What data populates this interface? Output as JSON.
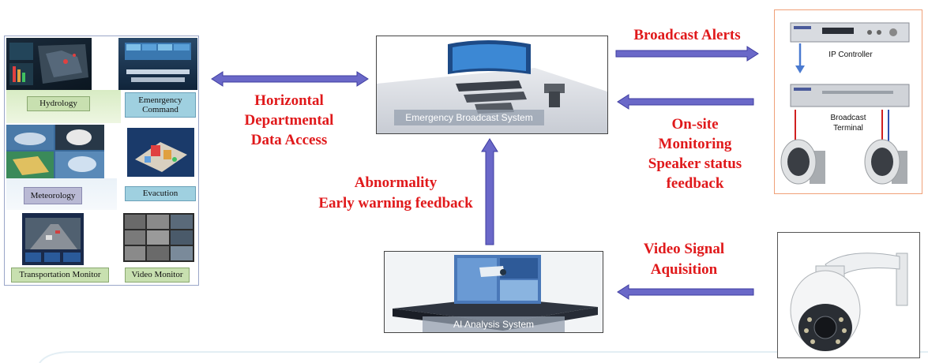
{
  "left_panel": {
    "tiles": {
      "hydrology": "Hydrology",
      "emergency_command": "Emenrgency Command",
      "meteorology": "Meteorology",
      "evacuation": "Evacution",
      "transportation_monitor": "Transportation Monitor",
      "video_monitor": "Video Monitor"
    }
  },
  "systems": {
    "emergency_broadcast": "Emergency Broadcast System",
    "ai_analysis": "AI Analysis System"
  },
  "flows": {
    "horizontal_access": [
      "Horizontal",
      "Departmental",
      "Data Access"
    ],
    "broadcast_alerts": "Broadcast Alerts",
    "onsite_monitoring": [
      "On-site",
      "Monitoring",
      "Speaker status",
      "feedback"
    ],
    "abnormality": [
      "Abnormality",
      "Early warning feedback"
    ],
    "video_signal": [
      "Video Signal",
      "Aquisition"
    ]
  },
  "devices": {
    "ip_controller": "IP Controller",
    "broadcast_terminal": [
      "Broadcast",
      "Terminal"
    ]
  },
  "colors": {
    "arrow_fill": "#6a68c8",
    "arrow_stroke": "#3e3ca0",
    "label_red": "#e0191b",
    "tile_label_green": "#c8e0b0",
    "tile_label_blue": "#9fd0e0",
    "tile_label_gray": "#b9b9d4",
    "device_border": "#f0a078"
  }
}
